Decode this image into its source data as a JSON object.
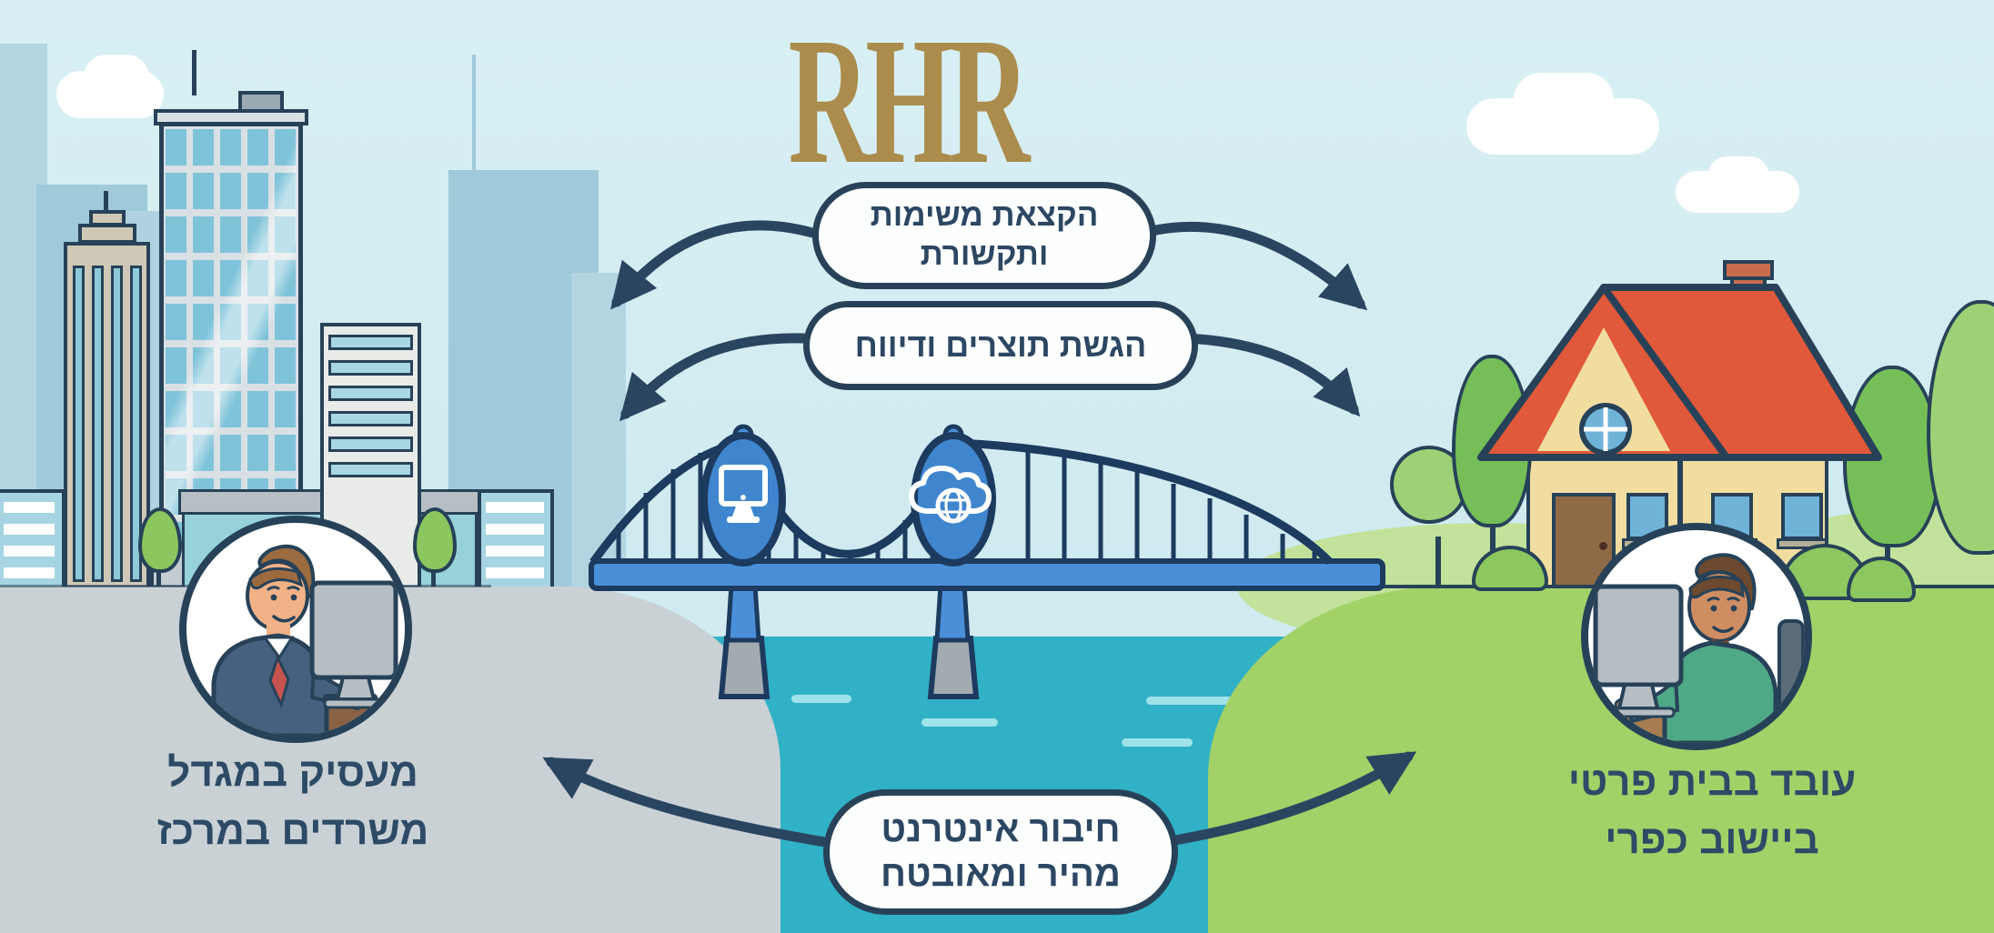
{
  "logo": {
    "text": "RHR",
    "color": "#ab8c4d"
  },
  "pills": {
    "tasks": {
      "line1": "הקצאת משימות",
      "line2": "ותקשורת"
    },
    "deliverables": {
      "text": "הגשת תוצרים ודיווח"
    },
    "internet": {
      "line1": "חיבור אינטרנט",
      "line2": "מהיר ומאובטח"
    }
  },
  "labels": {
    "employer": {
      "line1": "מעסיק במגדל",
      "line2": "משרדים במרכז"
    },
    "worker": {
      "line1": "עובד בבית פרטי",
      "line2": "ביישוב כפרי"
    }
  },
  "icons": {
    "left_medallion": "monitor-icon",
    "right_medallion": "cloud-globe-icon"
  },
  "palette": {
    "sky": "#d3edf2",
    "gold": "#ab8c4d",
    "navy_outline": "#274258",
    "text_navy": "#2d4a66",
    "arrow_navy": "#2a4560",
    "water": "#31b1c5",
    "water_dash": "#9fe3ea",
    "gray_land": "#c9d1d5",
    "green_land": "#a2d168",
    "hill_light_green": "#c2e29b",
    "bridge_blue": "#4a90d9",
    "medallion_blue": "#3f86cf",
    "pedestal_gray": "#a2abb0",
    "silhouette_blue": "#a6cddc",
    "tower_glass": "#7fc3d9",
    "beige_building": "#cfc8b6",
    "house_wall": "#f2dda0",
    "house_roof": "#e0593a",
    "chimney": "#c96c4d",
    "door_brown": "#8f6a46",
    "tree_green": "#76bf58",
    "suit": "#46617f",
    "tie_red": "#c6534f",
    "sweater_green": "#4fa886"
  }
}
